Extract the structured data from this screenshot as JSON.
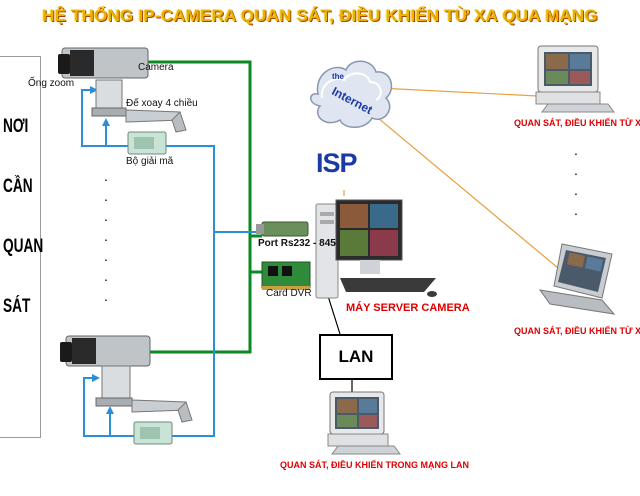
{
  "title": "HỆ THỐNG IP-CAMERA QUAN SÁT, ĐIỀU KHIỂN TỪ XA QUA MẠNG",
  "left_panel": [
    "NƠI",
    "CẦN",
    "QUAN",
    "SÁT"
  ],
  "labels": {
    "camera": "Camera",
    "ong_zoom": "Ống zoom",
    "de_xoay": "Đế xoay 4 chiều",
    "bo_giai_ma": "Bộ giải mã",
    "port": "Port Rs232 - 845",
    "card_dvr": "Card DVR",
    "server": "MÁY SERVER CAMERA",
    "lan": "LAN",
    "isp": "ISP",
    "remote_top": "QUAN SÁT, ĐIỀU KHIỂN TỪ XA",
    "remote_mid": "QUAN SÁT, ĐIỀU KHIỂN TỪ XA",
    "lan_client": "QUAN SÁT, ĐIỀU KHIỂN TRONG MẠNG LAN",
    "internet_1": "the",
    "internet_2": "Internet"
  },
  "colors": {
    "title": "#e8b400",
    "red_label": "#e00000",
    "green_wire": "#0a8a20",
    "blue_wire": "#2a8fd8",
    "orange_wire": "#e8a040"
  }
}
